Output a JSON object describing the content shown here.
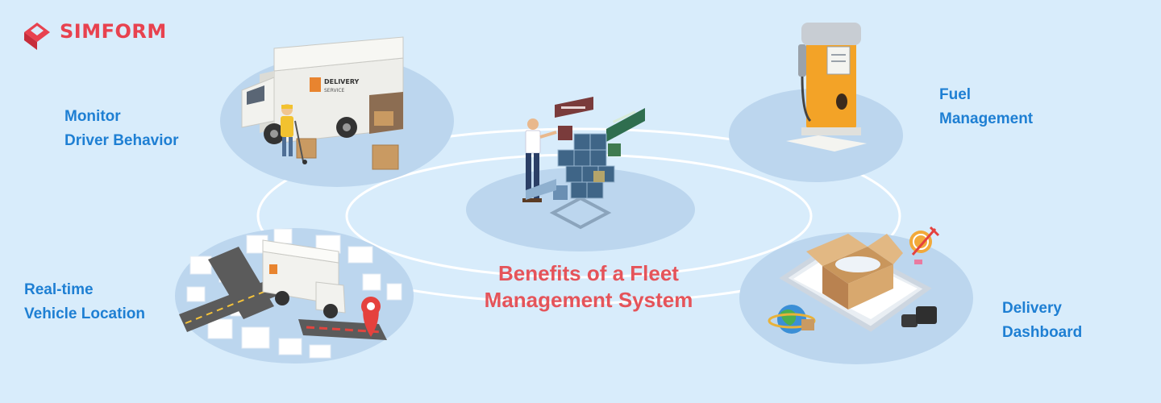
{
  "brand": {
    "name": "SIMFORM",
    "color": "#e8424f"
  },
  "title": {
    "line1": "Benefits of a Fleet",
    "line2": "Management System",
    "color": "#e5545a"
  },
  "benefits": [
    {
      "line1": "Monitor",
      "line2": "Driver Behavior",
      "icon": "delivery-van-icon"
    },
    {
      "line1": "Fuel",
      "line2": "Management",
      "icon": "fuel-pump-icon"
    },
    {
      "line1": "Real-time",
      "line2": "Vehicle Location",
      "icon": "map-pin-icon"
    },
    {
      "line1": "Delivery",
      "line2": "Dashboard",
      "icon": "phone-package-icon"
    }
  ],
  "van_text": {
    "line1": "DELIVERY",
    "line2": "SERVICE"
  },
  "label_color": "#1e7fd3",
  "background": "#d8ecfb"
}
